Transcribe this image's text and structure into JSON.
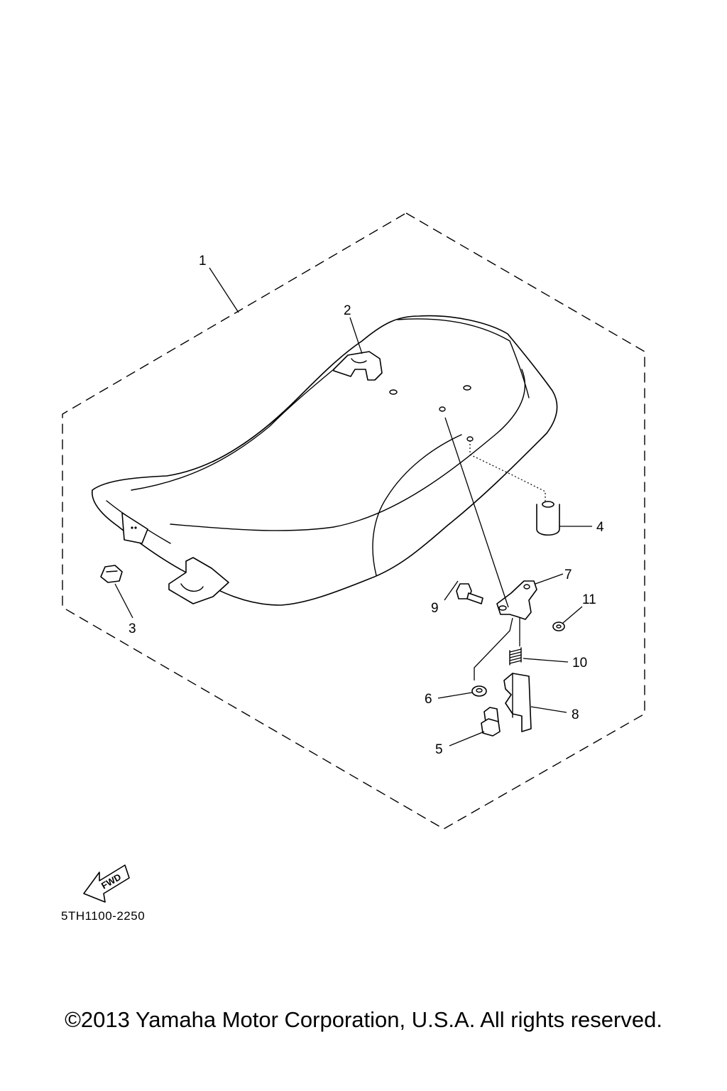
{
  "diagram": {
    "callouts": [
      "1",
      "2",
      "3",
      "4",
      "5",
      "6",
      "7",
      "8",
      "9",
      "10",
      "11"
    ],
    "fwd_label": "FWD",
    "drawing_code": "5TH1100-2250"
  },
  "footer": {
    "copyright": "©2013 Yamaha Motor Corporation, U.S.A. All rights reserved."
  }
}
